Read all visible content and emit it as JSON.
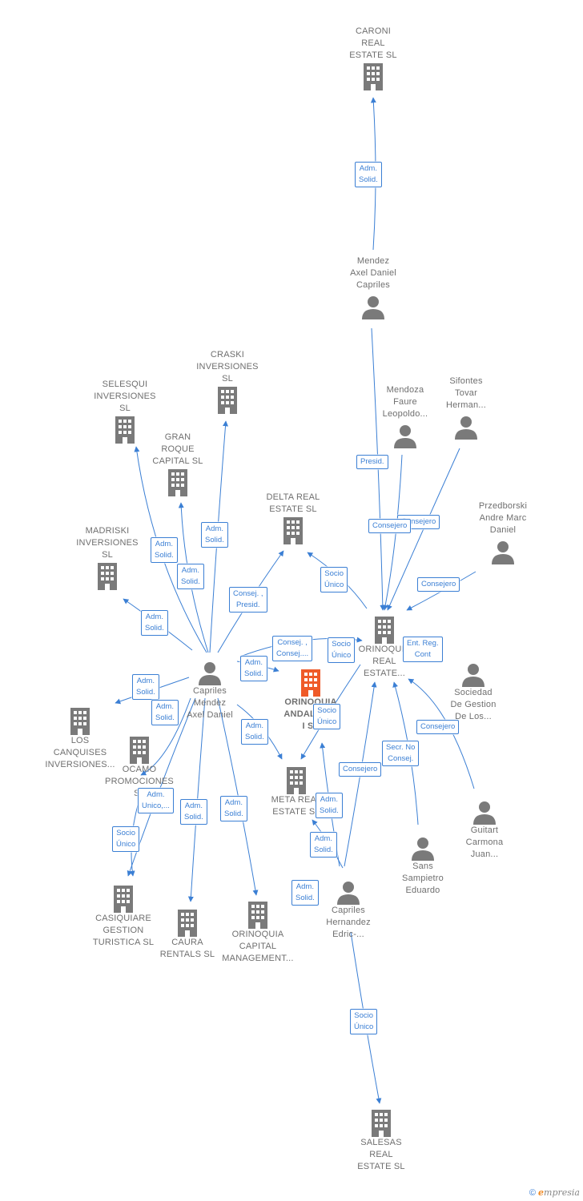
{
  "colors": {
    "edge": "#3b7fd4",
    "node": "#7a7a7a",
    "highlight": "#ef5a28"
  },
  "nodes": {
    "caroni": {
      "label": "CARONI\nREAL\nESTATE  SL",
      "icon": "building-icon"
    },
    "mendez_axel": {
      "label": "Mendez\nAxel Daniel\nCapriles",
      "icon": "person-icon"
    },
    "mendoza": {
      "label": "Mendoza\nFaure\nLeopoldo...",
      "icon": "person-icon"
    },
    "sifontes": {
      "label": "Sifontes\nTovar\nHerman...",
      "icon": "person-icon"
    },
    "przedborski": {
      "label": "Przedborski\nAndre Marc\nDaniel",
      "icon": "person-icon"
    },
    "craski": {
      "label": "CRASKI\nINVERSIONES\nSL",
      "icon": "building-icon"
    },
    "selesqui": {
      "label": "SELESQUI\nINVERSIONES\nSL",
      "icon": "building-icon"
    },
    "gran_roque": {
      "label": "GRAN\nROQUE\nCAPITAL  SL",
      "icon": "building-icon"
    },
    "delta": {
      "label": "DELTA REAL\nESTATE SL",
      "icon": "building-icon"
    },
    "madriski": {
      "label": "MADRISKI\nINVERSIONES\nSL",
      "icon": "building-icon"
    },
    "orinoquia_re": {
      "label": "ORINOQUIA\nREAL\nESTATE...",
      "icon": "building-icon"
    },
    "capriles_mendez": {
      "label": "Capriles\nMendez\nAxel Daniel",
      "icon": "person-icon"
    },
    "orinoquia_andal": {
      "label": "ORINOQUIA\nANDALUCIA\nI  SL",
      "icon": "building-icon"
    },
    "sociedad": {
      "label": "Sociedad\nDe Gestion\nDe Los...",
      "icon": "person-icon"
    },
    "los_canquises": {
      "label": "LOS\nCANQUISES\nINVERSIONES...",
      "icon": "building-icon"
    },
    "ocamo": {
      "label": "OCAMO\nPROMOCIONES\nSL",
      "icon": "building-icon"
    },
    "meta": {
      "label": "META REAL\nESTATE  SL",
      "icon": "building-icon"
    },
    "guitart": {
      "label": "Guitart\nCarmona\nJuan...",
      "icon": "person-icon"
    },
    "sans": {
      "label": "Sans\nSampietro\nEduardo",
      "icon": "person-icon"
    },
    "casiquiare": {
      "label": "CASIQUIARE\nGESTION\nTURISTICA SL",
      "icon": "building-icon"
    },
    "caura": {
      "label": "CAURA\nRENTALS  SL",
      "icon": "building-icon"
    },
    "orinoquia_cap": {
      "label": "ORINOQUIA\nCAPITAL\nMANAGEMENT...",
      "icon": "building-icon"
    },
    "capriles_hernandez": {
      "label": "Capriles\nHernandez\nEdric-...",
      "icon": "person-icon"
    },
    "salesas": {
      "label": "SALESAS\nREAL\nESTATE  SL",
      "icon": "building-icon"
    }
  },
  "edges": {
    "e01": "Adm.\nSolid.",
    "e02": "Presid.",
    "e03": "Consejero",
    "e04": "Consejero",
    "e05": "Consejero",
    "e06": "Adm.\nSolid.",
    "e07": "Adm.\nSolid.",
    "e08": "Adm.\nSolid.",
    "e09": "Consej. ,\nPresid.",
    "e10": "Socio\nÚnico",
    "e11": "Adm.\nSolid.",
    "e12": "Consej. ,\nConsej....",
    "e13": "Socio\nÚnico",
    "e14": "Ent.  Reg.\nCont",
    "e15": "Adm.\nSolid.",
    "e16": "Adm.\nSolid.",
    "e17": "Adm.\nSolid.",
    "e18": "Socio\nÚnico",
    "e19": "Adm.\nSolid.",
    "e20": "Consejero",
    "e21": "Secr.  No\nConsej.",
    "e22": "Consejero",
    "e23": "Adm.\nUnico,...",
    "e24": "Adm.\nSolid.",
    "e25": "Adm.\nSolid.",
    "e26": "Adm.\nSolid.",
    "e27": "Socio\nÚnico",
    "e28": "Adm.\nSolid.",
    "e29": "Adm.\nSolid.",
    "e30": "Socio\nÚnico"
  },
  "footer": {
    "copyright": "©",
    "brand_e": "e",
    "brand_rest": "mpresia"
  }
}
